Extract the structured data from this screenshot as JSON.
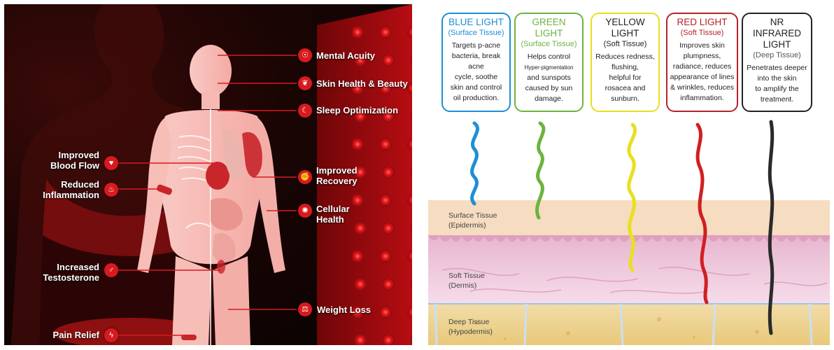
{
  "left_labels": {
    "right": [
      {
        "text": "Mental Acuity",
        "icon": "brain-icon",
        "glyph": "☉"
      },
      {
        "text": "Skin Health & Beauty",
        "icon": "leaf-icon",
        "glyph": "❦"
      },
      {
        "text": "Sleep Optimization",
        "icon": "moon-icon",
        "glyph": "☾"
      },
      {
        "text": "Improved Recovery",
        "icon": "muscle-icon",
        "glyph": "✊"
      },
      {
        "text": "Cellular Health",
        "icon": "cell-icon",
        "glyph": "✺"
      },
      {
        "text": "Weight Loss",
        "icon": "scale-icon",
        "glyph": "⚖"
      }
    ],
    "left": [
      {
        "text": "Improved Blood Flow",
        "icon": "heart-icon",
        "glyph": "♥"
      },
      {
        "text": "Reduced Inflammation",
        "icon": "flame-icon",
        "glyph": "♨"
      },
      {
        "text": "Increased Testosterone",
        "icon": "male-symbol-icon",
        "glyph": "♂"
      },
      {
        "text": "Pain Relief",
        "icon": "lightning-icon",
        "glyph": "ϟ"
      }
    ]
  },
  "cards": [
    {
      "title": "BLUE LIGHT",
      "sub": "(Surface Tissue)",
      "color": "#1e8fd6",
      "title_color": "#1e8fd6",
      "sub_color": "#1e8fd6",
      "desc": [
        "Targets p-acne",
        "bacteria, break acne",
        "cycle, soothe",
        "skin and control",
        "oil production."
      ]
    },
    {
      "title": "GREEN LIGHT",
      "sub": "(Surface Tissue)",
      "color": "#6db33f",
      "title_color": "#6db33f",
      "sub_color": "#6db33f",
      "desc": [
        "Helps control",
        "Hyper-pigmentation",
        "and sunspots",
        "caused by sun",
        "damage."
      ]
    },
    {
      "title": "YELLOW LIGHT",
      "sub": "(Soft Tissue)",
      "color": "#e8e020",
      "title_color": "#222222",
      "sub_color": "#222222",
      "desc": [
        "Reduces redness,",
        "flushing,",
        "helpful for",
        "rosacea and",
        "sunburn."
      ]
    },
    {
      "title": "RED LIGHT",
      "sub": "(Soft Tissue)",
      "color": "#b5222a",
      "title_color": "#b5222a",
      "sub_color": "#b5222a",
      "desc": [
        "Improves skin",
        "plumpness,",
        "radiance, reduces",
        "appearance of lines",
        "& wrinkles, reduces",
        "inflammation."
      ]
    },
    {
      "title": "NR INFRARED",
      "title2": "LIGHT",
      "sub": "(Deep Tissue)",
      "color": "#222222",
      "title_color": "#222222",
      "sub_color": "#555555",
      "desc": [
        "Penetrates deeper",
        "into the skin",
        "to amplify the",
        "treatment."
      ]
    }
  ],
  "layers": [
    {
      "name": "Surface Tissue",
      "detail": "(Epidermis)"
    },
    {
      "name": "Soft Tissue",
      "detail": "(Dermis)"
    },
    {
      "name": "Deep Tissue",
      "detail": "(Hypodermis)"
    }
  ],
  "colors": {
    "accent_red": "#d71a1f",
    "epidermis": "#f6dcc0",
    "dermis": "#f4d4e4",
    "hypodermis": "#eed596"
  }
}
